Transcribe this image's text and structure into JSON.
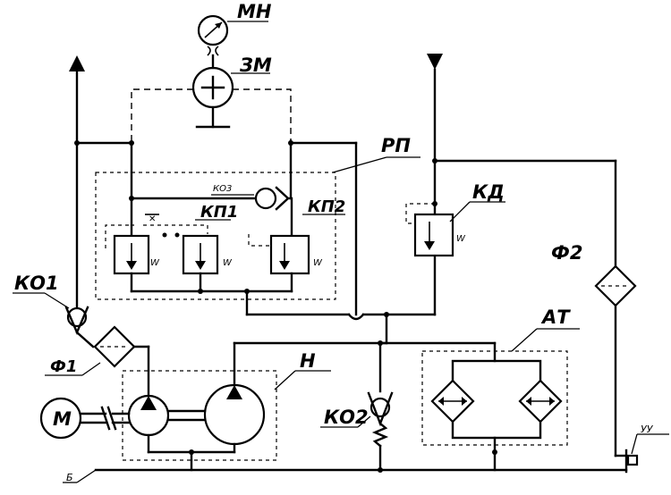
{
  "labels": {
    "pressure_gauge": "МН",
    "gauge_valve": "ЗМ",
    "distributor": "РП",
    "check_valve_3": "КО3",
    "relief_valve_1": "КП1",
    "relief_valve_2": "КП2",
    "pressure_valve": "КД",
    "filter_2": "Ф2",
    "check_valve_1": "КО1",
    "filter_1": "Ф1",
    "pump_unit": "Н",
    "heat_exchanger": "АТ",
    "check_valve_2": "КО2",
    "motor": "М",
    "tank": "Б",
    "level_indicator": "УУ"
  },
  "symbols": {
    "spring": "W"
  }
}
